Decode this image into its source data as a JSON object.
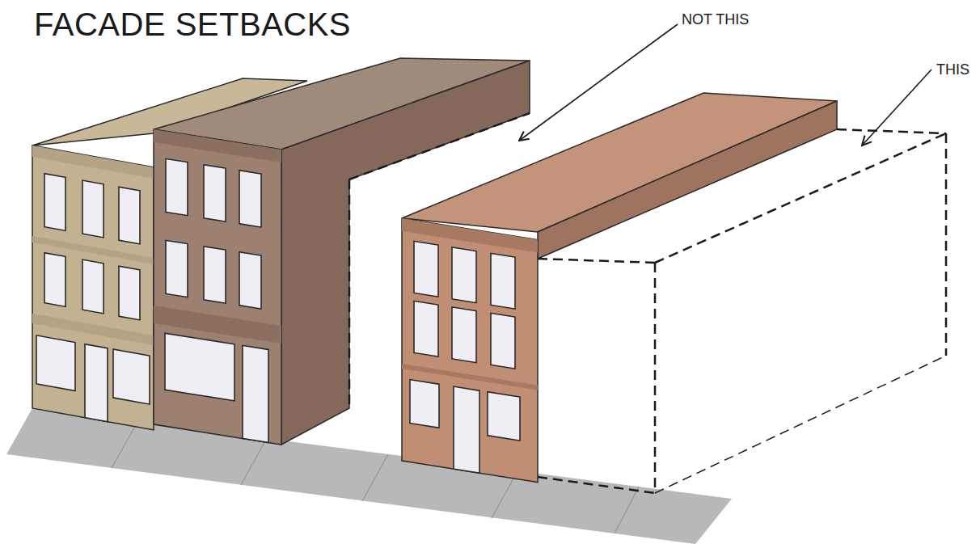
{
  "diagram": {
    "title": "FACADE SETBACKS",
    "labels": [
      "NOT THIS",
      "THIS"
    ]
  }
}
